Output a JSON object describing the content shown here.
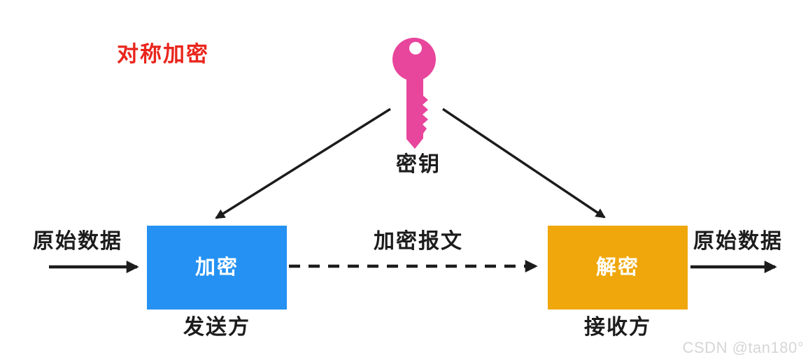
{
  "title": "对称加密",
  "colors": {
    "title_red": "#e9251c",
    "key_pink": "#e8459c",
    "sender_blue": "#2591f2",
    "receiver_orange": "#f0a70b",
    "arrow_black": "#1c1c1c"
  },
  "key": {
    "label": "密钥"
  },
  "sender": {
    "input_label": "原始数据",
    "box_label": "加密",
    "role_label": "发送方"
  },
  "channel": {
    "label": "加密报文"
  },
  "receiver": {
    "box_label": "解密",
    "role_label": "接收方",
    "output_label": "原始数据"
  },
  "watermark": "CSDN @tan180°"
}
